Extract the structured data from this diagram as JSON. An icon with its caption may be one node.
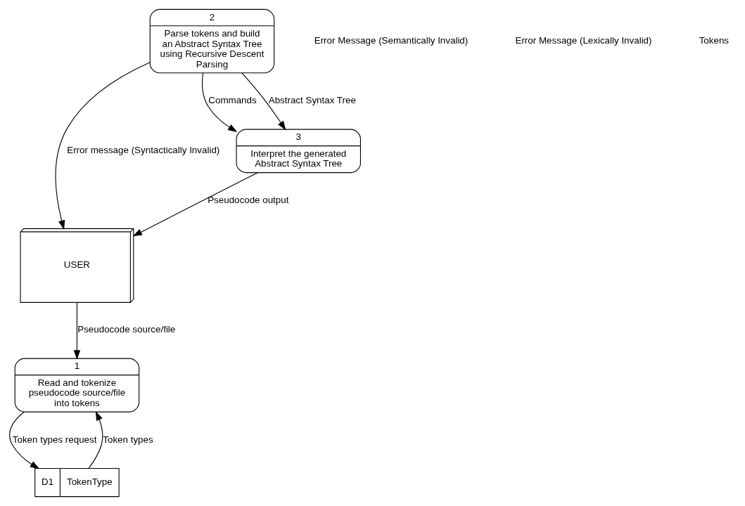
{
  "diagram": {
    "nodes": [
      {
        "text": [
          "USER"
        ]
      },
      {
        "text": [
          "2",
          "Parse tokens and build an Abstract Syntax Tree using Recursive Descent Parsing"
        ]
      },
      {
        "text": [
          "1",
          "Read and tokenize pseudocode source/file into tokens"
        ]
      },
      {
        "text": [
          "D1",
          "TokenType"
        ]
      },
      {
        "text": [
          "3",
          "Interpret the generated Abstract Syntax Tree"
        ]
      }
    ],
    "edges": [
      {
        "from": 0,
        "to": 2,
        "arrow": "to",
        "label": "Pseudocode source/file"
      },
      {
        "from": 1,
        "to": 0,
        "arrow": "to",
        "label": "Error message (Syntactically Invalid)"
      },
      {
        "from": 1,
        "to": 4,
        "arrow": "to",
        "label": "Commands"
      },
      {
        "from": 1,
        "to": 4,
        "arrow": "to",
        "label": "Abstract Syntax Tree"
      },
      {
        "from": 2,
        "to": 3,
        "arrow": "to",
        "label": "Token types request"
      },
      {
        "from": 3,
        "to": 2,
        "arrow": "to",
        "label": "Token types"
      },
      {
        "from": 4,
        "to": 0,
        "arrow": "to",
        "label": "Pseudocode output"
      }
    ],
    "labels": [
      "Error Message (Semantically Invalid)",
      "Error Message (Lexically Invalid)",
      "Tokens"
    ]
  }
}
